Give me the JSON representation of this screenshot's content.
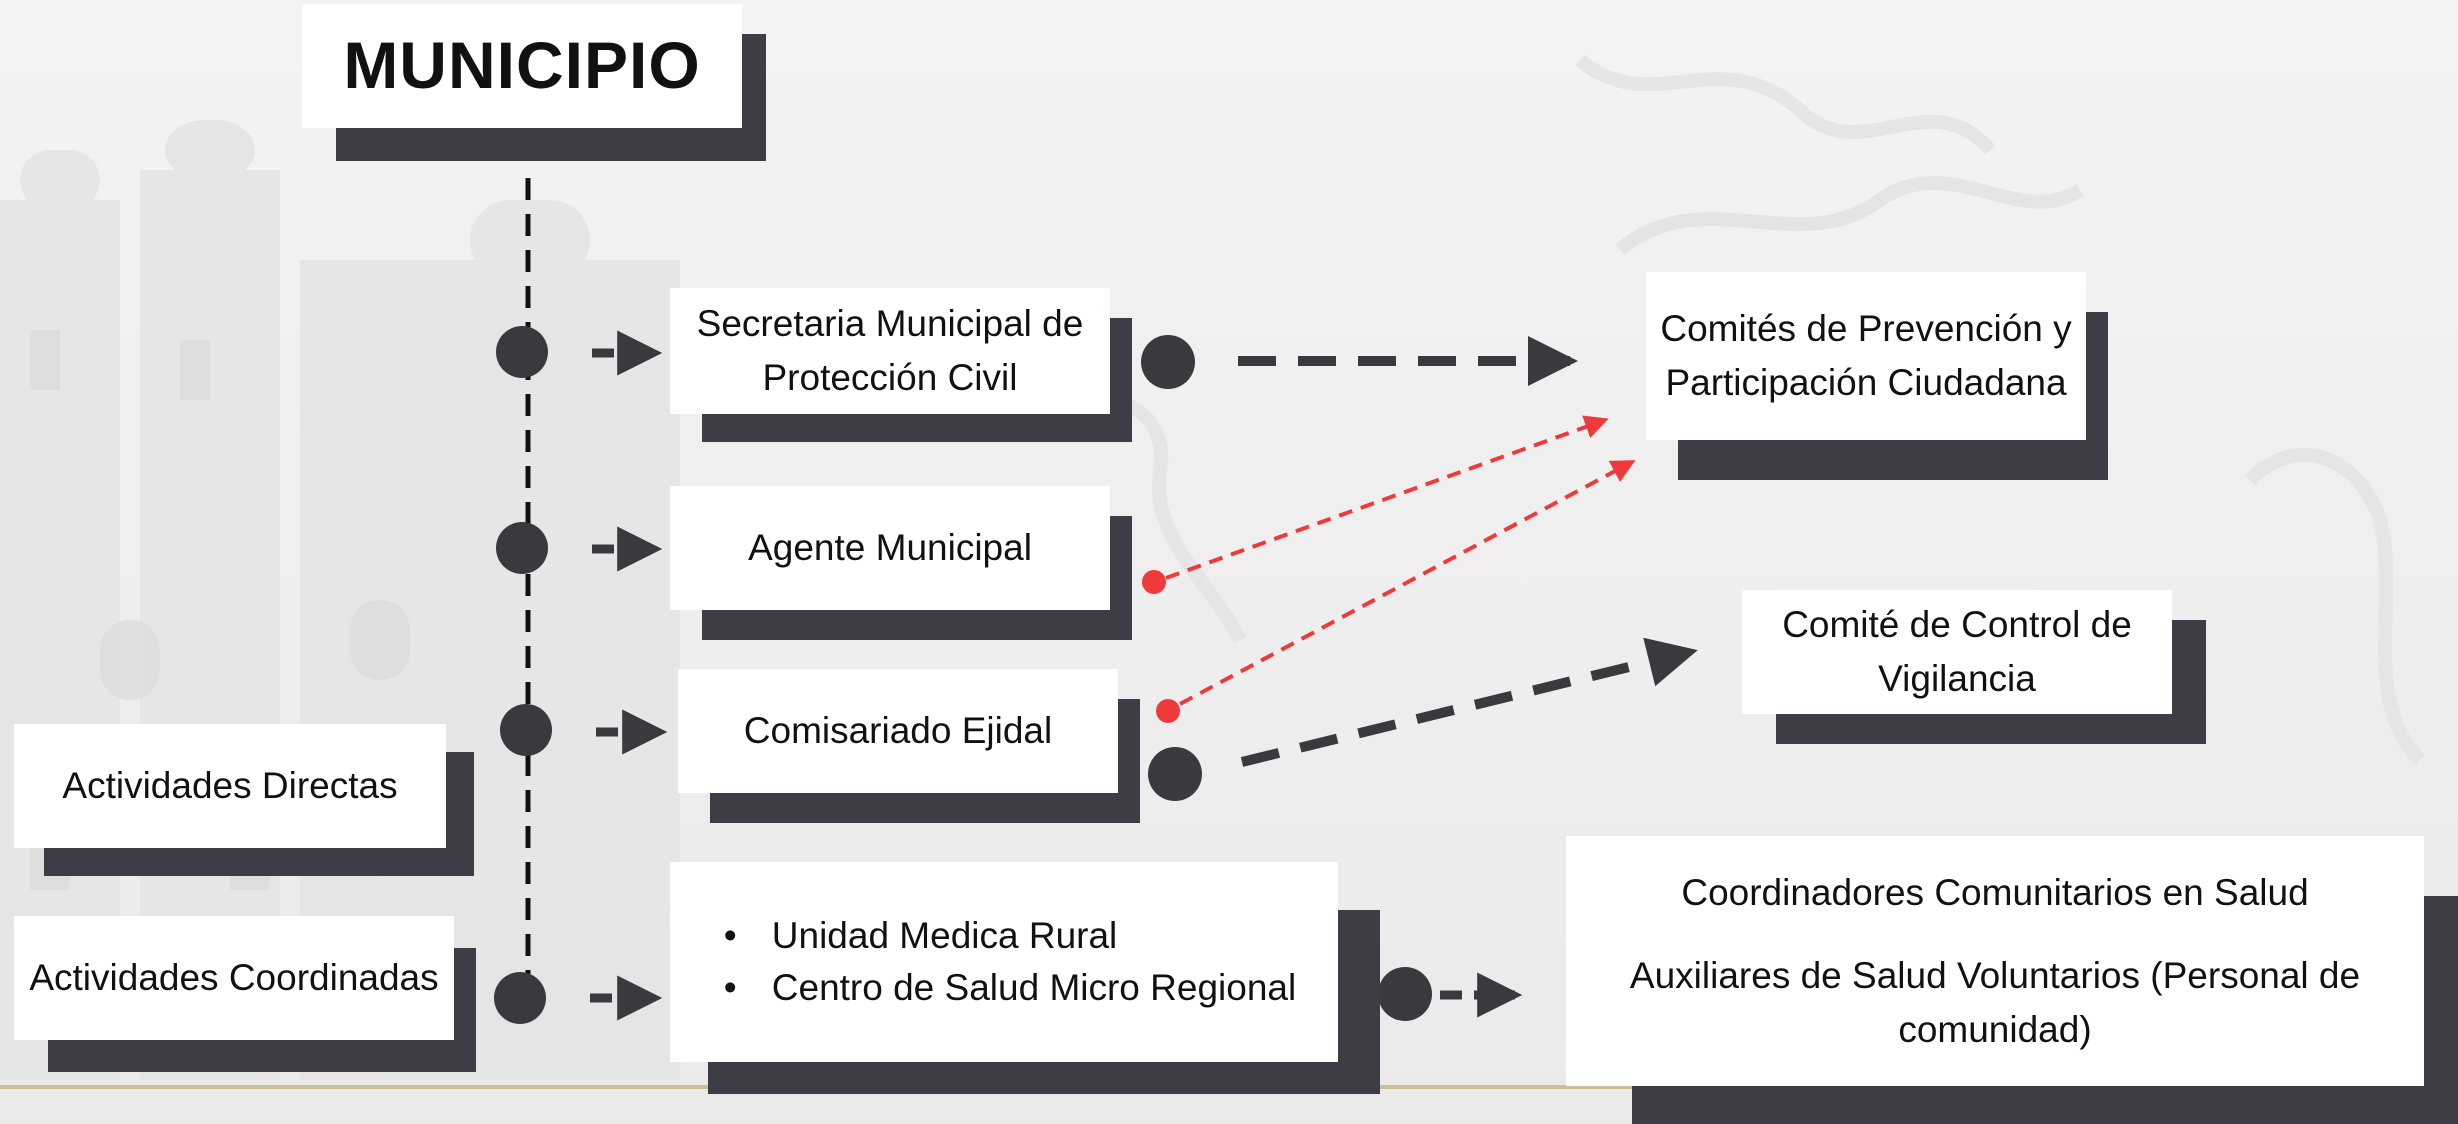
{
  "diagram": {
    "title": "MUNICIPIO",
    "left_labels": {
      "direct": "Actividades Directas",
      "coordinated": "Actividades Coordinadas"
    },
    "nodes": {
      "secretaria": "Secretaria Municipal de Protección Civil",
      "agente": "Agente Municipal",
      "comisariado": "Comisariado Ejidal",
      "health_units": [
        "Unidad Medica Rural",
        "Centro de Salud Micro Regional"
      ],
      "comites_prevencion": "Comités de Prevención y Participación Ciudadana",
      "comite_control": "Comité de Control de Vigilancia",
      "coordinadores": "Coordinadores Comunitarios en Salud",
      "auxiliares": "Auxiliares de Salud Voluntarios (Personal de comunidad)"
    },
    "colors": {
      "box_fill": "#ffffff",
      "box_shadow": "#3d3d45",
      "connector": "#3a3a3e",
      "highlight_connector": "#ee3a3a",
      "bottom_rule": "#cdbf9c"
    }
  }
}
